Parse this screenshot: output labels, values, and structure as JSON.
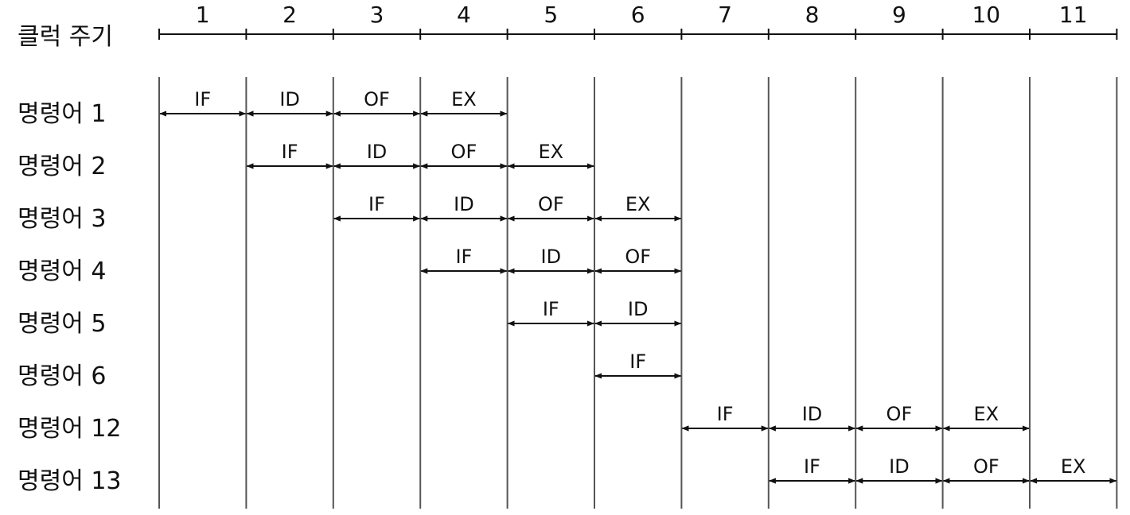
{
  "axis_label": "클럭 주기",
  "cycles": [
    "1",
    "2",
    "3",
    "4",
    "5",
    "6",
    "7",
    "8",
    "9",
    "10",
    "11"
  ],
  "instructions": [
    {
      "label": "명령어 1",
      "start": 1,
      "stages": [
        "IF",
        "ID",
        "OF",
        "EX"
      ]
    },
    {
      "label": "명령어 2",
      "start": 2,
      "stages": [
        "IF",
        "ID",
        "OF",
        "EX"
      ]
    },
    {
      "label": "명령어 3",
      "start": 3,
      "stages": [
        "IF",
        "ID",
        "OF",
        "EX"
      ]
    },
    {
      "label": "명령어 4",
      "start": 4,
      "stages": [
        "IF",
        "ID",
        "OF"
      ]
    },
    {
      "label": "명령어 5",
      "start": 5,
      "stages": [
        "IF",
        "ID"
      ]
    },
    {
      "label": "명령어 6",
      "start": 6,
      "stages": [
        "IF"
      ]
    },
    {
      "label": "명령어 12",
      "start": 7,
      "stages": [
        "IF",
        "ID",
        "OF",
        "EX"
      ]
    },
    {
      "label": "명령어 13",
      "start": 8,
      "stages": [
        "IF",
        "ID",
        "OF",
        "EX"
      ]
    }
  ],
  "colors": {
    "line": "#111111",
    "grid": "#555555"
  }
}
